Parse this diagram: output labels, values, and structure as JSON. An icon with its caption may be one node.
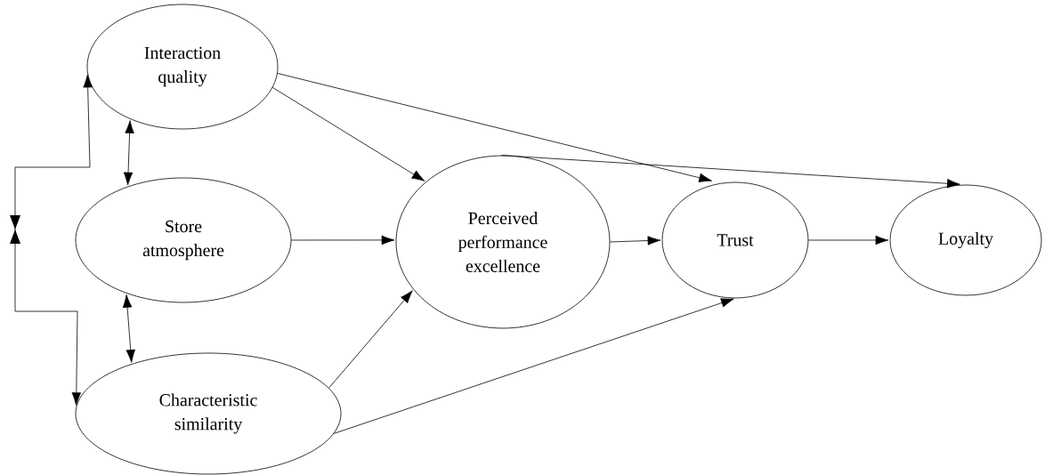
{
  "diagram": {
    "nodes": [
      {
        "text": [
          "Interaction quality"
        ]
      },
      {
        "text": [
          "Store atmosphere"
        ]
      },
      {
        "text": [
          "Characteristic similarity"
        ]
      },
      {
        "text": [
          "Perceived performance excellence"
        ]
      },
      {
        "text": [
          "Trust"
        ]
      },
      {
        "text": [
          "Loyalty"
        ]
      }
    ],
    "edges": [
      {
        "from": 0,
        "to": 3,
        "arrow": "to"
      },
      {
        "from": 0,
        "to": 4,
        "arrow": "to"
      },
      {
        "from": 0,
        "to": 1,
        "arrow": "both"
      },
      {
        "from": 1,
        "to": 3,
        "arrow": "to"
      },
      {
        "from": 1,
        "to": 2,
        "arrow": "both"
      },
      {
        "from": 2,
        "to": 3,
        "arrow": "to"
      },
      {
        "from": 2,
        "to": 4,
        "arrow": "to"
      },
      {
        "from": 3,
        "to": 4,
        "arrow": "to"
      },
      {
        "from": 3,
        "to": 5,
        "arrow": "to"
      },
      {
        "from": 4,
        "to": 5,
        "arrow": "to"
      },
      {
        "from": 0,
        "to": 2,
        "arrow": "both"
      }
    ]
  }
}
